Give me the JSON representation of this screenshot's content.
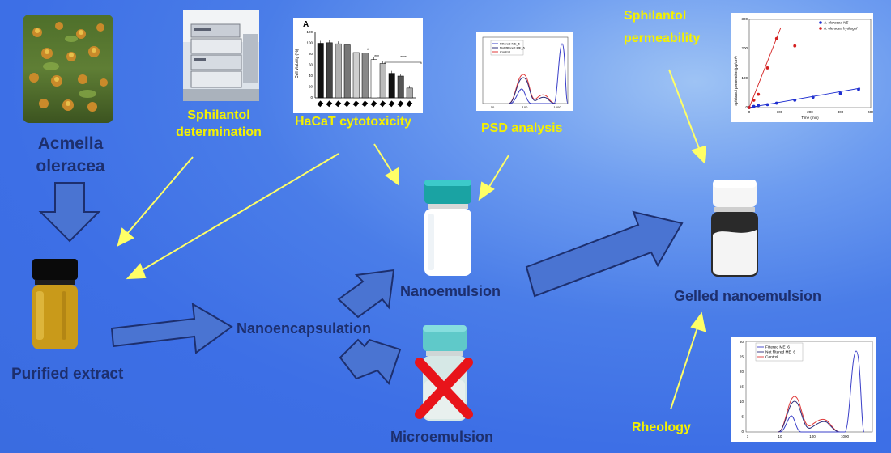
{
  "labels": {
    "acmella_line1": "Acmella",
    "acmella_line2": "oleracea",
    "purified_extract": "Purified extract",
    "sphilantol_det_line1": "Sphilantol",
    "sphilantol_det_line2": "determination",
    "hacat": "HaCaT cytotoxicity",
    "psd": "PSD analysis",
    "nanoencapsulation": "Nanoencapsulation",
    "nanoemulsion": "Nanoemulsion",
    "microemulsion": "Microemulsion",
    "gelled": "Gelled nanoemulsion",
    "permeability_line1": "Sphilantol",
    "permeability_line2": "permeability",
    "rheology": "Rheology"
  },
  "colors": {
    "dark_text": "#1d2f6e",
    "highlight_text": "#f4f000",
    "arrow_fill": "#4a74d2",
    "arrow_stroke": "#1d2f6e",
    "pointer_yellow": "#ffff66"
  },
  "charts": {
    "cytotoxicity": {
      "panel_letter": "A",
      "ylabel": "Cell Viability (%)",
      "yticks": [
        "0",
        "20",
        "40",
        "60",
        "80",
        "100",
        "120"
      ],
      "significance": [
        "*",
        "***",
        "****"
      ],
      "chart_data": {
        "type": "bar",
        "ylim": [
          0,
          120
        ],
        "values": [
          100,
          101,
          99,
          97,
          83,
          82,
          70,
          63,
          45,
          40,
          18
        ],
        "colors": [
          "#111111",
          "#444444",
          "#b0b0b0",
          "#777777",
          "#cfcfcf",
          "#888888",
          "#ffffff",
          "#bbbbbb",
          "#111111",
          "#555555",
          "#aaaaaa"
        ]
      }
    },
    "psd_small": {
      "legend": [
        "Filtered ME_6",
        "Not filtered ME_6",
        "Control"
      ],
      "xticks": [
        "10",
        "100",
        "1000"
      ],
      "chart_data": {
        "type": "line"
      }
    },
    "psd_large": {
      "legend": [
        "Filtered ME_6",
        "Not filtered ME_6",
        "Control"
      ],
      "yticks": [
        "0",
        "5",
        "10",
        "15",
        "20",
        "25",
        "30"
      ],
      "xticks": [
        "1",
        "10",
        "100",
        "1000"
      ],
      "chart_data": {
        "type": "line",
        "series": [
          {
            "name": "Filtered ME_6",
            "color": "#3a3fc8",
            "peaks": [
              [
                40,
                5.5
              ],
              [
                1100,
                27
              ]
            ]
          },
          {
            "name": "Not filtered ME_6",
            "color": "#2c2c7a",
            "peaks": [
              [
                45,
                10
              ],
              [
                300,
                3
              ]
            ]
          },
          {
            "name": "Control",
            "color": "#e03a3a",
            "peaks": [
              [
                45,
                12
              ],
              [
                300,
                3.5
              ]
            ]
          }
        ]
      }
    },
    "permeation": {
      "legend": [
        "A. oleracea NE",
        "A. oleracea hydrogel"
      ],
      "ylabel": "Sphilantol permeation (μg/cm²)",
      "xlabel": "Time (min)",
      "yticks": [
        "0",
        "100",
        "200",
        "300"
      ],
      "xticks": [
        "0",
        "100",
        "200",
        "300",
        "400"
      ],
      "chart_data": {
        "type": "scatter",
        "xlim": [
          0,
          400
        ],
        "ylim": [
          0,
          300
        ],
        "series": [
          {
            "name": "A. oleracea NE",
            "color": "#1f2fd0",
            "x": [
              0,
              15,
              30,
              60,
              90,
              150,
              210,
              300,
              360
            ],
            "y": [
              0,
              4,
              7,
              10,
              15,
              25,
              35,
              48,
              62
            ]
          },
          {
            "name": "A. oleracea hydrogel",
            "color": "#d42020",
            "x": [
              0,
              15,
              30,
              60,
              90,
              150
            ],
            "y": [
              0,
              25,
              45,
              135,
              235,
              210
            ]
          }
        ]
      }
    }
  }
}
